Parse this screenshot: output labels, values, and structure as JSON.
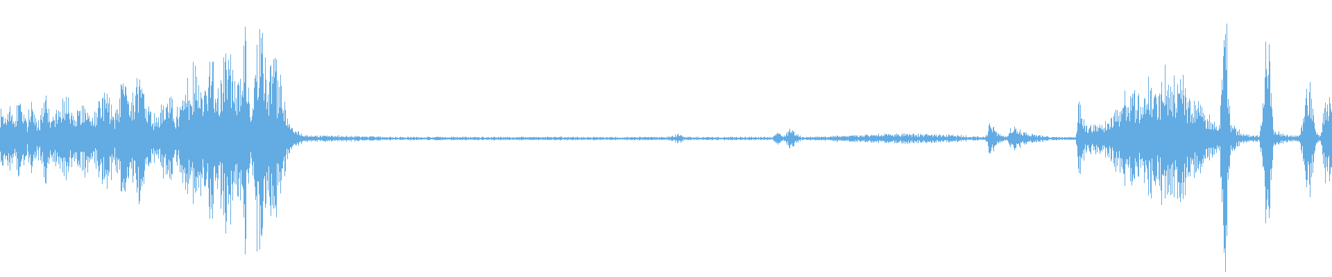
{
  "waveform": {
    "color": "#62ABE3",
    "background": "#FFFFFF",
    "bars_per_segment": 4,
    "amplitude_profile": [
      [
        0.0,
        0.22
      ],
      [
        0.003,
        0.12
      ],
      [
        0.006,
        0.28
      ],
      [
        0.01,
        0.12
      ],
      [
        0.014,
        0.24
      ],
      [
        0.02,
        0.1
      ],
      [
        0.024,
        0.26
      ],
      [
        0.028,
        0.1
      ],
      [
        0.034,
        0.3
      ],
      [
        0.038,
        0.12
      ],
      [
        0.044,
        0.2
      ],
      [
        0.05,
        0.28
      ],
      [
        0.056,
        0.12
      ],
      [
        0.062,
        0.26
      ],
      [
        0.068,
        0.12
      ],
      [
        0.074,
        0.22
      ],
      [
        0.08,
        0.3
      ],
      [
        0.086,
        0.14
      ],
      [
        0.092,
        0.36
      ],
      [
        0.098,
        0.18
      ],
      [
        0.104,
        0.4
      ],
      [
        0.11,
        0.2
      ],
      [
        0.118,
        0.12
      ],
      [
        0.126,
        0.3
      ],
      [
        0.132,
        0.18
      ],
      [
        0.138,
        0.24
      ],
      [
        0.146,
        0.46
      ],
      [
        0.152,
        0.26
      ],
      [
        0.158,
        0.52
      ],
      [
        0.164,
        0.28
      ],
      [
        0.17,
        0.66
      ],
      [
        0.176,
        0.34
      ],
      [
        0.18,
        0.48
      ],
      [
        0.184,
        0.66
      ],
      [
        0.188,
        0.26
      ],
      [
        0.192,
        0.58
      ],
      [
        0.196,
        0.7
      ],
      [
        0.2,
        0.32
      ],
      [
        0.204,
        0.54
      ],
      [
        0.208,
        0.4
      ],
      [
        0.212,
        0.3
      ],
      [
        0.216,
        0.14
      ],
      [
        0.22,
        0.06
      ],
      [
        0.226,
        0.03
      ],
      [
        0.232,
        0.02
      ],
      [
        0.3,
        0.01
      ],
      [
        0.4,
        0.01
      ],
      [
        0.5,
        0.01
      ],
      [
        0.51,
        0.03
      ],
      [
        0.514,
        0.01
      ],
      [
        0.58,
        0.01
      ],
      [
        0.584,
        0.04
      ],
      [
        0.588,
        0.01
      ],
      [
        0.594,
        0.08
      ],
      [
        0.598,
        0.03
      ],
      [
        0.602,
        0.01
      ],
      [
        0.64,
        0.02
      ],
      [
        0.68,
        0.03
      ],
      [
        0.72,
        0.02
      ],
      [
        0.74,
        0.01
      ],
      [
        0.744,
        0.12
      ],
      [
        0.748,
        0.04
      ],
      [
        0.756,
        0.01
      ],
      [
        0.76,
        0.08
      ],
      [
        0.766,
        0.05
      ],
      [
        0.772,
        0.03
      ],
      [
        0.79,
        0.01
      ],
      [
        0.808,
        0.01
      ],
      [
        0.81,
        0.26
      ],
      [
        0.814,
        0.12
      ],
      [
        0.82,
        0.08
      ],
      [
        0.828,
        0.1
      ],
      [
        0.836,
        0.16
      ],
      [
        0.844,
        0.24
      ],
      [
        0.85,
        0.3
      ],
      [
        0.856,
        0.22
      ],
      [
        0.862,
        0.38
      ],
      [
        0.868,
        0.26
      ],
      [
        0.874,
        0.4
      ],
      [
        0.88,
        0.34
      ],
      [
        0.886,
        0.44
      ],
      [
        0.892,
        0.28
      ],
      [
        0.898,
        0.24
      ],
      [
        0.904,
        0.18
      ],
      [
        0.91,
        0.12
      ],
      [
        0.916,
        0.08
      ],
      [
        0.92,
        0.88
      ],
      [
        0.924,
        0.1
      ],
      [
        0.928,
        0.06
      ],
      [
        0.934,
        0.03
      ],
      [
        0.94,
        0.02
      ],
      [
        0.946,
        0.02
      ],
      [
        0.952,
        0.7
      ],
      [
        0.956,
        0.08
      ],
      [
        0.962,
        0.03
      ],
      [
        0.968,
        0.02
      ],
      [
        0.976,
        0.02
      ],
      [
        0.984,
        0.38
      ],
      [
        0.988,
        0.04
      ],
      [
        0.992,
        0.02
      ],
      [
        0.996,
        0.3
      ],
      [
        1.0,
        0.24
      ]
    ]
  }
}
